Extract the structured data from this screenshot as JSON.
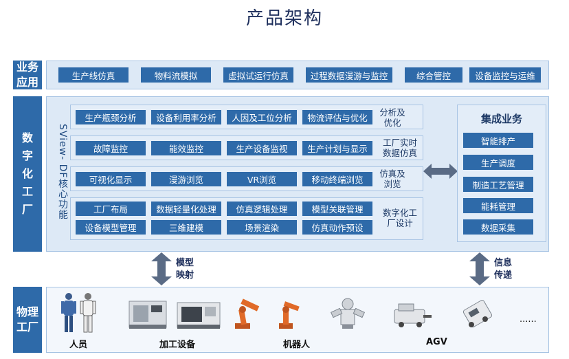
{
  "title": "产品架构",
  "layers": {
    "business": "业务应用",
    "digital": "数字化工厂",
    "physical": "物理工厂"
  },
  "business_apps": [
    "生产线仿真",
    "物料流模拟",
    "虚拟试运行仿真",
    "过程数据漫游与监控",
    "综合管控",
    "设备监控与运维"
  ],
  "df_core": "SView- DF核心功能",
  "groups": [
    {
      "label": "分析及优化",
      "rows": [
        [
          "生产瓶颈分析",
          "设备利用率分析",
          "人因及工位分析",
          "物流评估与优化"
        ]
      ]
    },
    {
      "label": "工厂实时数据仿真",
      "rows": [
        [
          "故障监控",
          "能效监控",
          "生产设备监视",
          "生产计划与显示"
        ]
      ]
    },
    {
      "label": "仿真及浏览",
      "rows": [
        [
          "可视化显示",
          "漫游浏览",
          "VR浏览",
          "移动终端浏览"
        ]
      ]
    },
    {
      "label": "数字化工厂设计",
      "rows": [
        [
          "工厂布局",
          "数据轻量化处理",
          "仿真逻辑处理",
          "模型关联管理"
        ],
        [
          "设备模型管理",
          "三维建模",
          "场景渲染",
          "仿真动作预设"
        ]
      ]
    }
  ],
  "integration": {
    "title": "集成业务",
    "items": [
      "智能排产",
      "生产调度",
      "制造工艺管理",
      "能耗管理",
      "数据采集"
    ]
  },
  "arrows": {
    "left": "模型映射",
    "right": "信息传递"
  },
  "physical_labels": [
    "人员",
    "加工设备",
    "机器人",
    "AGV"
  ],
  "ellipsis": "......",
  "colors": {
    "primary": "#2e6aa9",
    "panel": "#dde9f6"
  }
}
